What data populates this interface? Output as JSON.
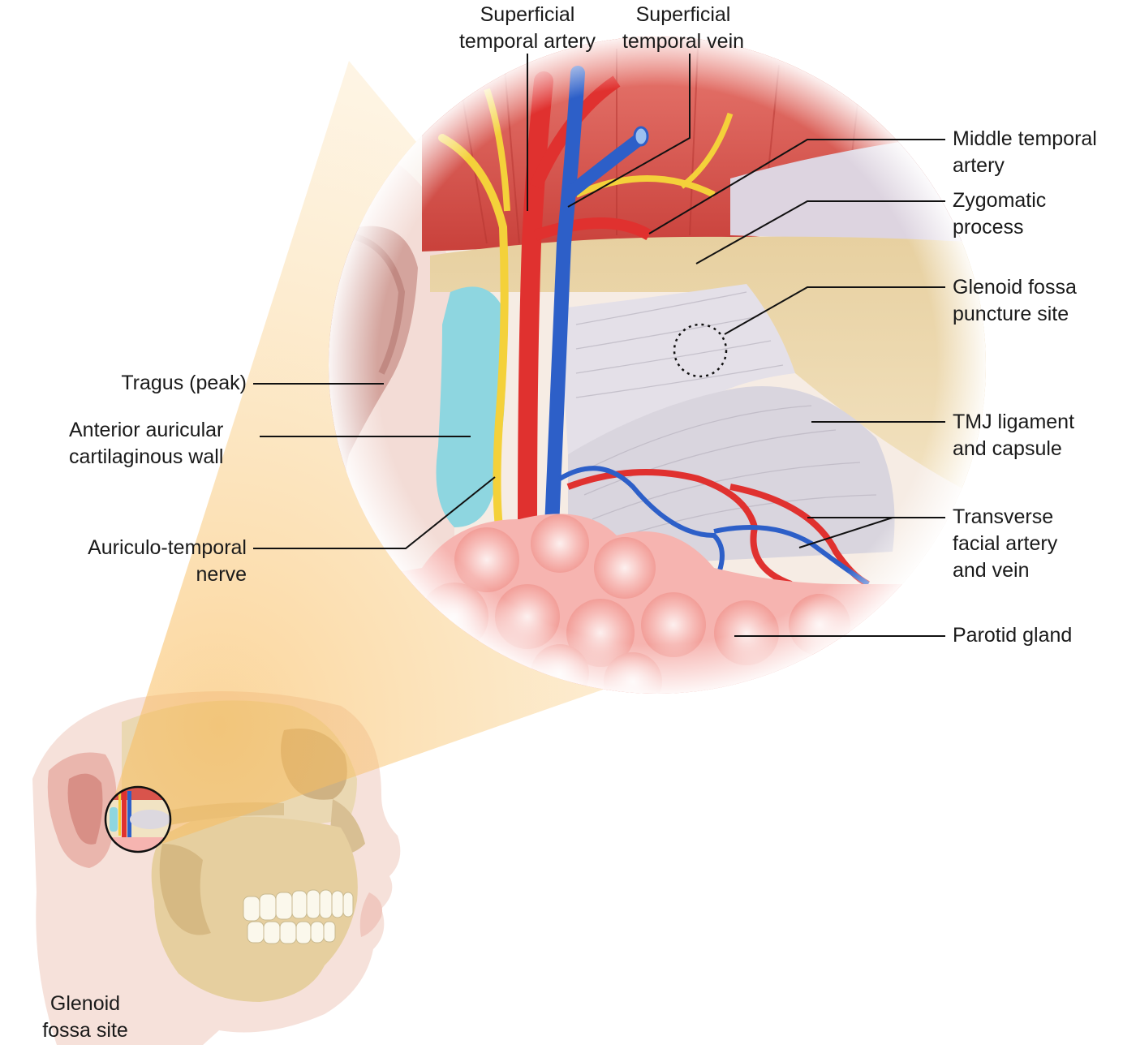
{
  "labels": {
    "superficial_temporal_artery": [
      "Superficial",
      "temporal artery"
    ],
    "superficial_temporal_vein": [
      "Superficial",
      "temporal vein"
    ],
    "middle_temporal_artery": [
      "Middle temporal",
      "artery"
    ],
    "zygomatic_process": [
      "Zygomatic",
      "process"
    ],
    "glenoid_fossa_puncture_site": [
      "Glenoid fossa",
      "puncture site"
    ],
    "tragus_peak": [
      "Tragus (peak)"
    ],
    "anterior_auricular_wall": [
      "Anterior auricular",
      "cartilaginous wall"
    ],
    "tmj_ligament": [
      "TMJ ligament",
      "and capsule"
    ],
    "transverse_facial": [
      "Transverse",
      "facial artery",
      "and vein"
    ],
    "auriculo_temporal_nerve": [
      "Auriculo-temporal",
      "nerve"
    ],
    "parotid_gland": [
      "Parotid gland"
    ],
    "glenoid_fossa_site": [
      "Glenoid",
      "fossa site"
    ]
  },
  "colors": {
    "artery": "#e0312f",
    "vein": "#2d5fc8",
    "nerve": "#f4d13a",
    "muscle": "#d9544c",
    "bone": "#e9d4a6",
    "ligament": "#dcd8df",
    "gland_cartilage": "#8ed6e0",
    "parotid": "#f6b4b0",
    "skin": "#f2d7cf",
    "callout_beam": "#f8c77a"
  }
}
